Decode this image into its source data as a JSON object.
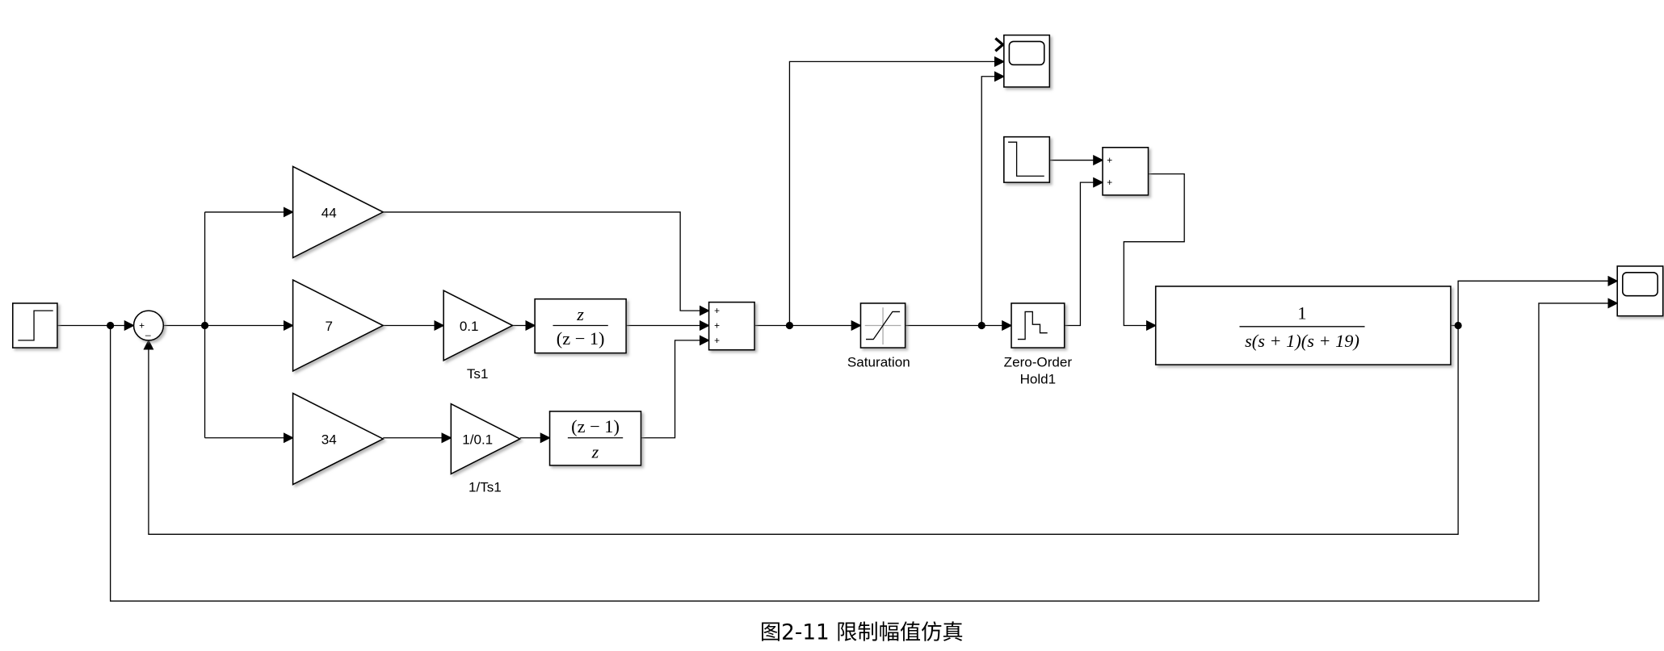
{
  "gains": {
    "g44": "44",
    "g7": "7",
    "g34": "34",
    "ts": "0.1",
    "inv_ts": "1/0.1"
  },
  "gain_names": {
    "ts": "Ts1",
    "inv_ts": "1/Ts1"
  },
  "tf1": {
    "num": "z",
    "den": "(z − 1)"
  },
  "tf2": {
    "num": "(z − 1)",
    "den": "z"
  },
  "plant": {
    "num": "1",
    "den": "s(s + 1)(s + 19)"
  },
  "sum1_signs": {
    "plus": "+",
    "minus": "_"
  },
  "sum3_signs": [
    "+",
    "+",
    "+"
  ],
  "sum2_signs": [
    "+",
    "+"
  ],
  "saturation_label": "Saturation",
  "zoh_label": {
    "line1": "Zero-Order",
    "line2": "Hold1"
  },
  "caption": "图2-11 限制幅值仿真"
}
